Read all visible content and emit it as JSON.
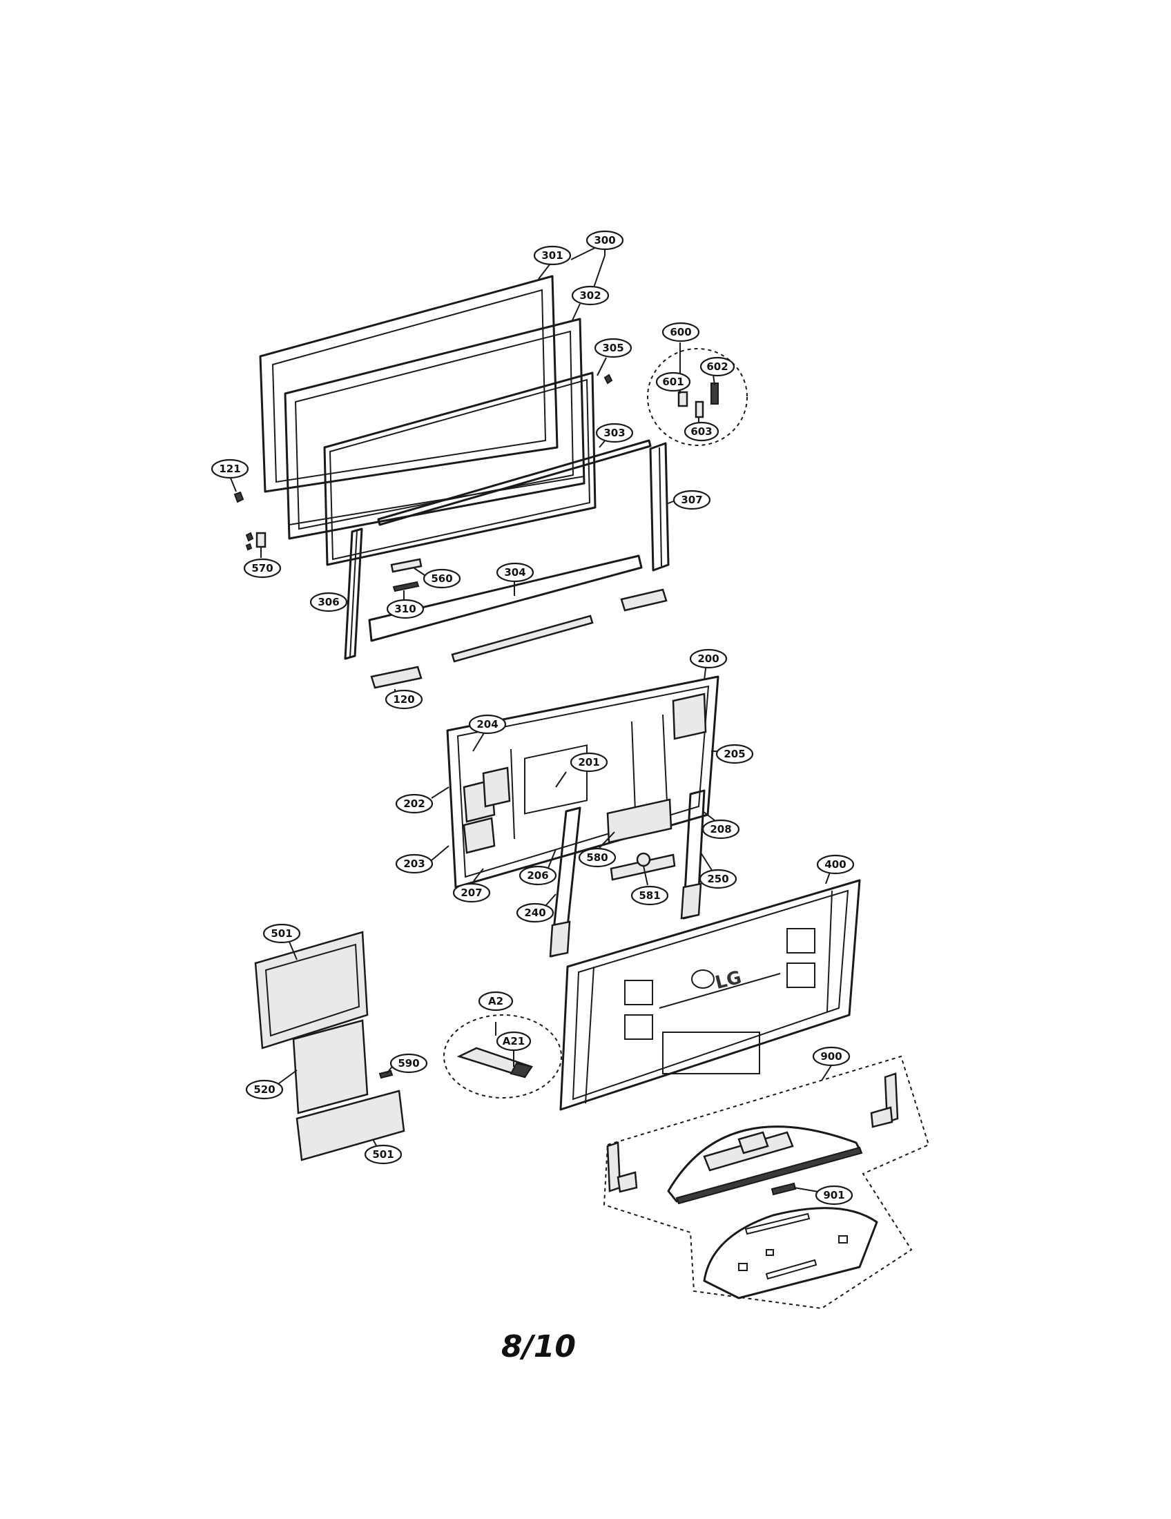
{
  "callouts": {
    "c300": "300",
    "c301": "301",
    "c302": "302",
    "c305": "305",
    "c303": "303",
    "c307": "307",
    "c121": "121",
    "c570": "570",
    "c306": "306",
    "c560": "560",
    "c310": "310",
    "c304": "304",
    "c120": "120",
    "c600": "600",
    "c601": "601",
    "c602": "602",
    "c603": "603",
    "c200": "200",
    "c204": "204",
    "c205": "205",
    "c201": "201",
    "c202": "202",
    "c208": "208",
    "c203": "203",
    "c580": "580",
    "c206": "206",
    "c250": "250",
    "c207": "207",
    "c581": "581",
    "c240": "240",
    "c400": "400",
    "c501a": "501",
    "cA2": "A2",
    "cA21": "A21",
    "c590": "590",
    "c520": "520",
    "c501b": "501",
    "c900": "900",
    "c901": "901"
  },
  "logo_text": "LG",
  "page_number": "8/10"
}
